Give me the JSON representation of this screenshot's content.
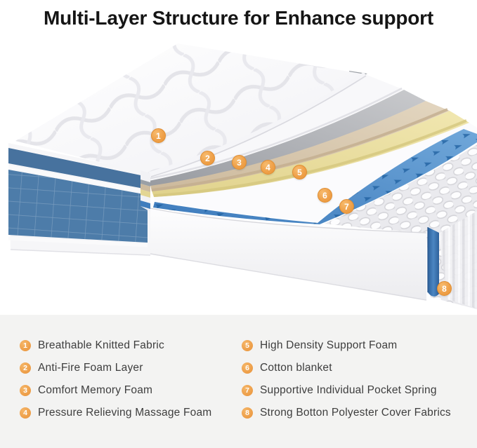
{
  "title": "Multi-Layer Structure for Enhance support",
  "diagram": {
    "markers": [
      {
        "n": "1"
      },
      {
        "n": "2"
      },
      {
        "n": "3"
      },
      {
        "n": "4"
      },
      {
        "n": "5"
      },
      {
        "n": "6"
      },
      {
        "n": "7"
      },
      {
        "n": "8"
      }
    ]
  },
  "legend": {
    "items": [
      {
        "num": "1",
        "label": "Breathable Knitted Fabric"
      },
      {
        "num": "2",
        "label": "Anti-Fire Foam Layer"
      },
      {
        "num": "3",
        "label": "Comfort Memory Foam"
      },
      {
        "num": "4",
        "label": "Pressure Relieving Massage Foam"
      },
      {
        "num": "5",
        "label": "High Density Support Foam"
      },
      {
        "num": "6",
        "label": "Cotton blanket"
      },
      {
        "num": "7",
        "label": "Supportive Individual Pocket Spring"
      },
      {
        "num": "8",
        "label": "Strong Botton Polyester Cover Fabrics"
      }
    ]
  },
  "colors": {
    "accent_orange": "#F0A24C",
    "fabric_blue": "#4C7BA8",
    "foam_blue": "#4486C6",
    "memory_gray": "#A8ABB0",
    "massage_tan": "#D8C9B2",
    "support_yellow": "#EBDFA3",
    "legend_background": "#F3F3F2",
    "text_dark": "#3E3E3E"
  }
}
